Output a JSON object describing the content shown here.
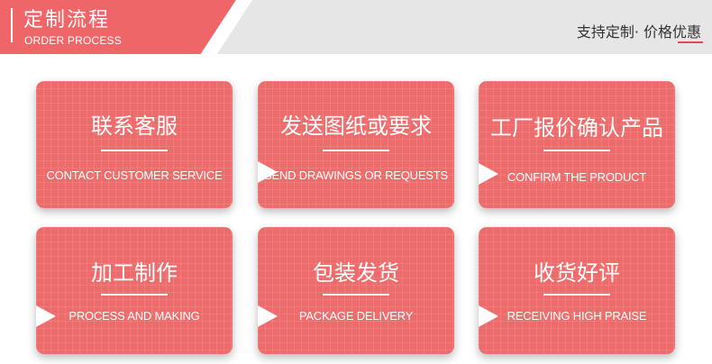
{
  "header": {
    "title": "定制流程",
    "subtitle": "ORDER PROCESS",
    "slogan": "支持定制· 价格优惠"
  },
  "steps": [
    {
      "cn": "联系客服",
      "en": "CONTACT CUSTOMER SERVICE"
    },
    {
      "cn": "发送图纸或要求",
      "en": "SEND DRAWINGS OR REQUESTS"
    },
    {
      "cn": "工厂报价确认产品",
      "en": "CONFIRM THE PRODUCT"
    },
    {
      "cn": "加工制作",
      "en": "PROCESS AND MAKING"
    },
    {
      "cn": "包装发货",
      "en": "PACKAGE DELIVERY"
    },
    {
      "cn": "收货好评",
      "en": "RECEIVING HIGH PRAISE"
    }
  ],
  "colors": {
    "accent": "#ee6668",
    "card": "#ee6b6b",
    "header_bg": "#e6e6e6",
    "slogan_underline": "#e34a4d"
  },
  "icons": [
    "arrow-right-triangle-icon"
  ]
}
